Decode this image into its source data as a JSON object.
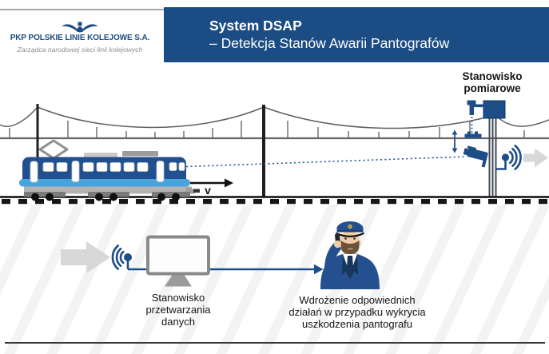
{
  "header": {
    "logo": {
      "company": "PKP POLSKIE LINIE KOLEJOWE S.A.",
      "tagline": "Zarządca narodowej sieci linii kolejowych"
    },
    "title_line1": "System DSAP",
    "title_line2": "– Detekcja Stanów Awarii Pantografów"
  },
  "scene": {
    "measuring_station_label": [
      "Stanowisko",
      "pomiarowe"
    ],
    "speed_label": "v",
    "processing_station_label": [
      "Stanowisko",
      "przetwarzania",
      "danych"
    ],
    "response_label": [
      "Wdrożenie odpowiednich",
      "działań w przypadku wykrycia",
      "uszkodzenia pantografu"
    ]
  },
  "icons": {
    "pkp-logo": "winged-wheel",
    "cctv-camera": "camera pointing at pantograph",
    "wireless-signal": "dot with radio arcs",
    "gray-arrow": "chevron arrow right",
    "height-arrow": "double-headed vertical arrow",
    "monitor": "desktop display on stand",
    "dispatcher": "uniformed railway officer on phone",
    "speed-arrow": "black arrow right"
  },
  "colors": {
    "brand_navy": "#1b4c83",
    "icon_blue": "#1d4e87",
    "train_body_blue": "#20508f",
    "train_stripe_blue": "#49a4dc",
    "arrow_gray": "#d8d8d8",
    "wire_gray": "#5f5f5f",
    "tagline_gray": "#8e8e8e",
    "text_dark": "#151515"
  }
}
